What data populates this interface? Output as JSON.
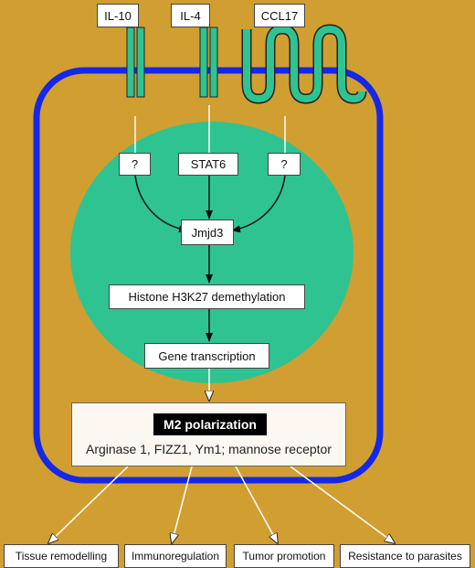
{
  "receptors": {
    "il10": "IL-10",
    "il4": "IL-4",
    "ccl17": "CCL17"
  },
  "nucleus": {
    "unknown_left": "?",
    "stat6": "STAT6",
    "unknown_right": "?",
    "jmjd3": "Jmjd3",
    "demethylation": "Histone H3K27 demethylation",
    "transcription": "Gene transcription"
  },
  "m2": {
    "title": "M2 polarization",
    "markers": "Arginase 1, FIZZ1, Ym1; mannose receptor"
  },
  "outcomes": [
    "Tissue remodelling",
    "Immunoregulation",
    "Tumor promotion",
    "Resistance to parasites"
  ],
  "colors": {
    "background": "#D19E32",
    "membrane": "#1428E6",
    "nucleus": "#2FC391",
    "receptor": "#2FC391"
  }
}
